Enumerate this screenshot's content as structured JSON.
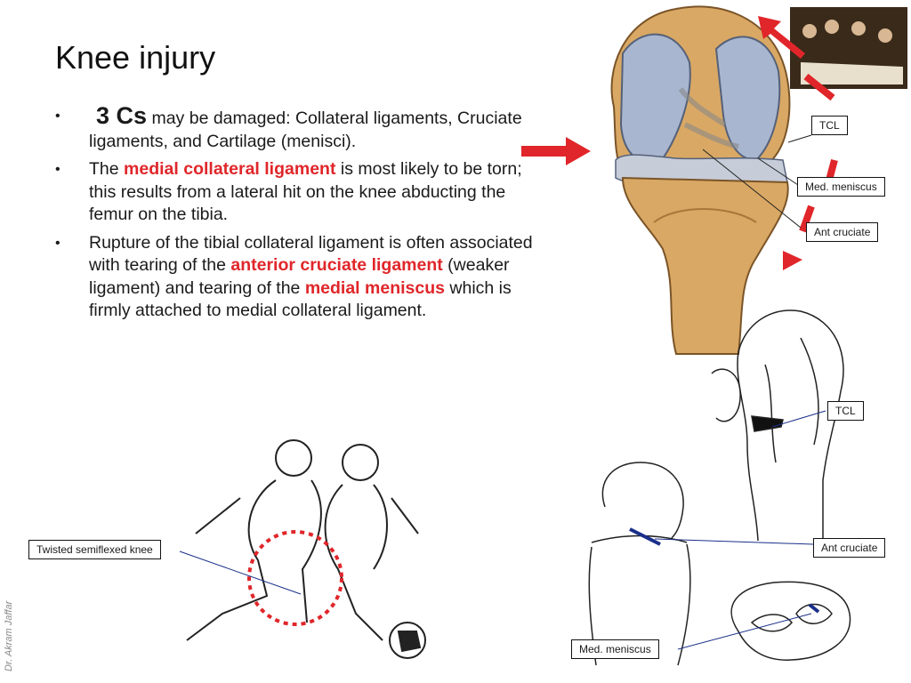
{
  "slide": {
    "title": "Knee injury",
    "bullets": [
      {
        "bullet": "•",
        "lead": "3 Cs",
        "text": " may be damaged: Collateral ligaments, Cruciate ligaments, and Cartilage (menisci)."
      },
      {
        "bullet": "•",
        "pre": "The ",
        "em": "medial collateral ligament",
        "post": " is most likely to be torn; this results from a lateral hit on the knee abducting the femur on the tibia."
      },
      {
        "bullet": "•",
        "pre": "Rupture of the tibial collateral ligament is often associated with tearing of the ",
        "em1": "anterior cruciate ligament",
        "mid": " (weaker ligament) and tearing of the ",
        "em2": "medial meniscus",
        "post": " which is firmly attached to medial collateral ligament."
      }
    ]
  },
  "labels": {
    "tcl_top": "TCL",
    "med_meniscus_top": "Med. meniscus",
    "ant_cruciate_top": "Ant cruciate",
    "tcl_bottom": "TCL",
    "ant_cruciate_bottom": "Ant cruciate",
    "med_meniscus_bottom": "Med. meniscus",
    "twisted_knee": "Twisted semiflexed knee"
  },
  "watermark": "Dr. Akram Jaffar",
  "colors": {
    "accent_red": "#e0262a",
    "bone": "#d9a864",
    "cartilage": "#a9b6cf"
  }
}
